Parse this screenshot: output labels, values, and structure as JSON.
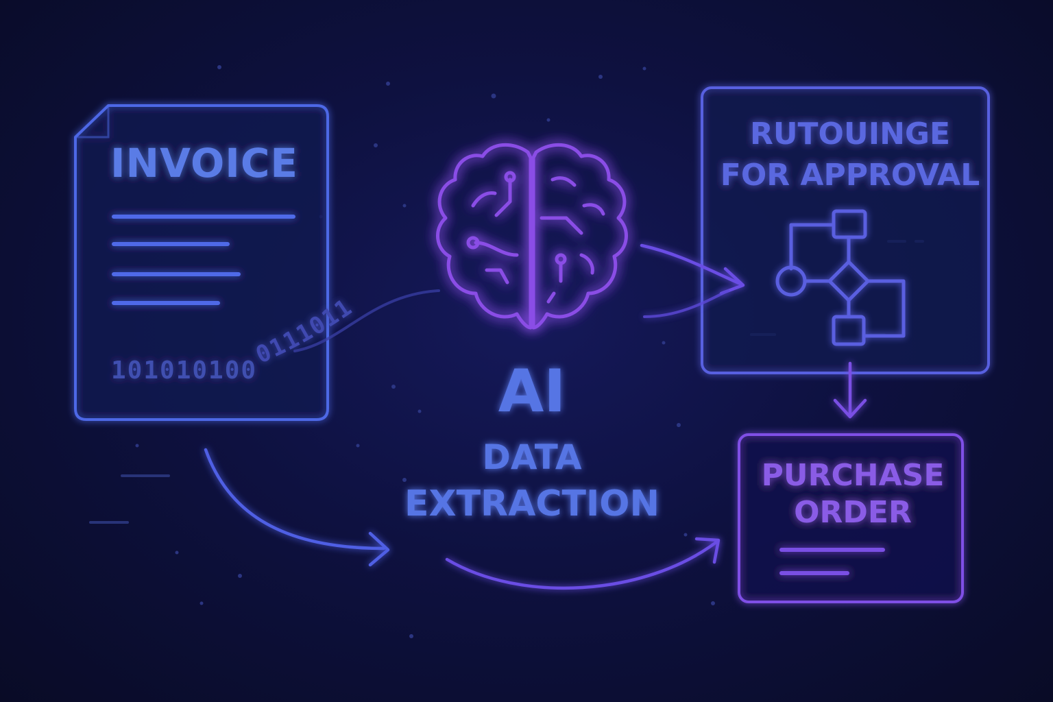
{
  "invoice": {
    "title": "INVOICE",
    "bits_straight": "101010100",
    "bits_curved": "0111011"
  },
  "ai": {
    "line1": "AI",
    "line2": "DATA",
    "line3": "EXTRACTION"
  },
  "routing": {
    "line1": "RUTOUINGE",
    "line2": "FOR APPROVAL"
  },
  "purchase_order": {
    "line1": "PURCHASE",
    "line2": "ORDER"
  },
  "colors": {
    "background": "#0b0d2a",
    "blue": "#4f6be8",
    "indigo": "#5b54df",
    "violet": "#8a4de6",
    "label_blue": "#5a7be6",
    "label_violet": "#8a5ce6"
  }
}
